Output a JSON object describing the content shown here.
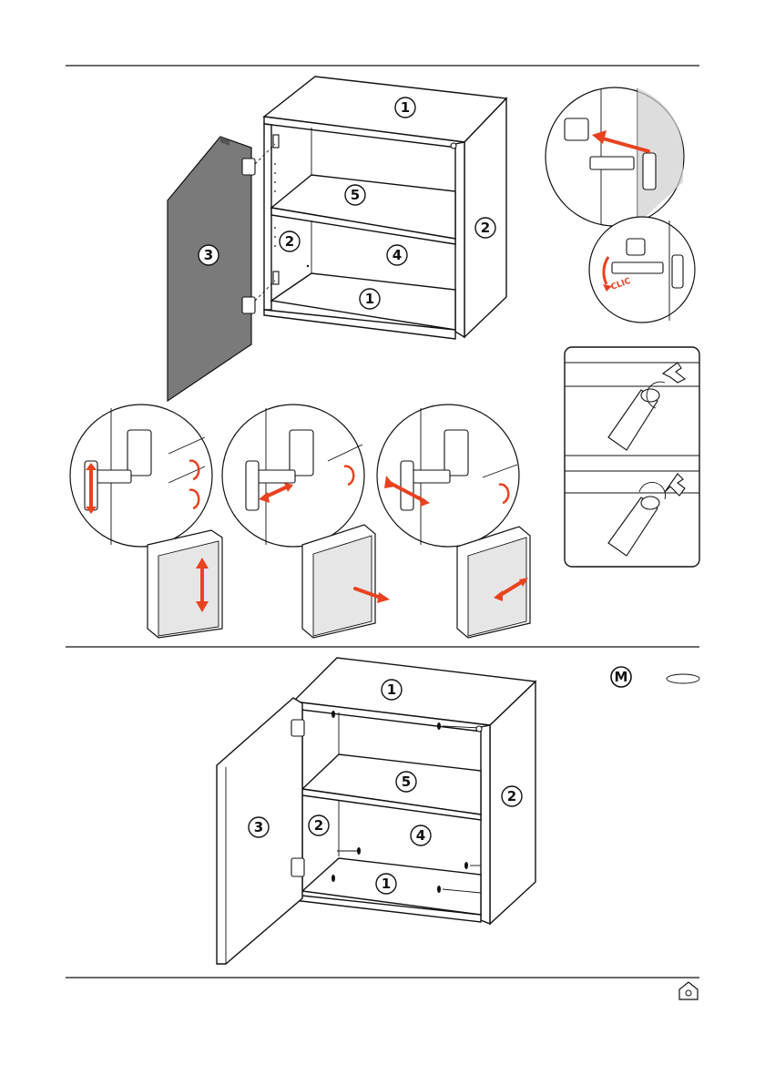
{
  "step1": {
    "labels": {
      "top": "1",
      "side_right": "2",
      "door": "3",
      "back": "4",
      "shelf": "5",
      "side_left": "2",
      "bottom": "1"
    },
    "inset_clic_text": "CLIC"
  },
  "step2": {
    "labels": {
      "top": "1",
      "side_right": "2",
      "door": "3",
      "side_left": "2",
      "back": "4",
      "shelf": "5",
      "bottom": "1"
    },
    "part_badge": "M"
  },
  "colors": {
    "accent": "#e8421f",
    "door_fill": "#7a7a7a",
    "adjust_face": "#e6e6e6"
  },
  "icons": [
    "hinge-mount-inset-icon",
    "hinge-clic-inset-icon",
    "damper-push-icon",
    "damper-pull-icon",
    "hinge-adjust-vertical-icon",
    "hinge-adjust-depth-icon",
    "hinge-adjust-lateral-icon",
    "brand-home-icon"
  ]
}
